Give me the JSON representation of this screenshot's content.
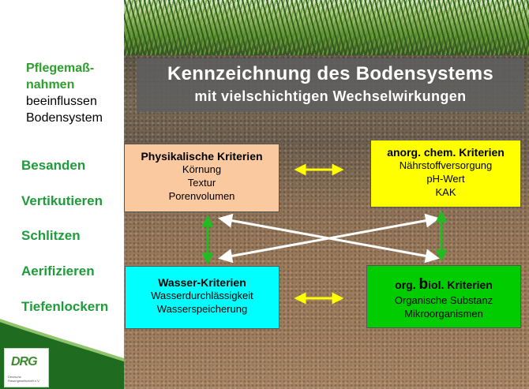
{
  "intro": {
    "line1": "Pflegemaß-",
    "line2": "nahmen",
    "line3": "beeinflussen",
    "line4": "Bodensystem"
  },
  "measures": [
    "Besanden",
    "Vertikutieren",
    "Schlitzen",
    "Aerifizieren",
    "Tiefenlockern"
  ],
  "title": {
    "line1": "Kennzeichnung des Bodensystems",
    "line2": "mit vielschichtigen Wechselwirkungen"
  },
  "boxes": {
    "phys": {
      "title": "Physikalische  Kriterien",
      "lines": [
        "Körnung",
        "Textur",
        "Porenvolumen"
      ]
    },
    "anorg": {
      "title": "anorg. chem. Kriterien",
      "lines": [
        "Nährstoffversorgung",
        "pH-Wert",
        "KAK"
      ]
    },
    "wasser": {
      "title": "Wasser-Kriterien",
      "lines": [
        "Wasserdurchlässigkeit",
        "Wasserspeicherung"
      ]
    },
    "org": {
      "title_pre": "org. ",
      "title_big": "b",
      "title_post": "iol. Kriterien",
      "lines": [
        "Organische Substanz",
        "Mikroorganismen"
      ]
    }
  },
  "logo": {
    "text": "DRG",
    "subtitle": "Deutsche Rasengesellschaft e.V."
  },
  "colors": {
    "phys": "#fac9a0",
    "anorg": "#ffff00",
    "wasser": "#00ffff",
    "org": "#00cc00",
    "measures_text": "#1f9b3a",
    "title_band": "#5f5f5f"
  }
}
